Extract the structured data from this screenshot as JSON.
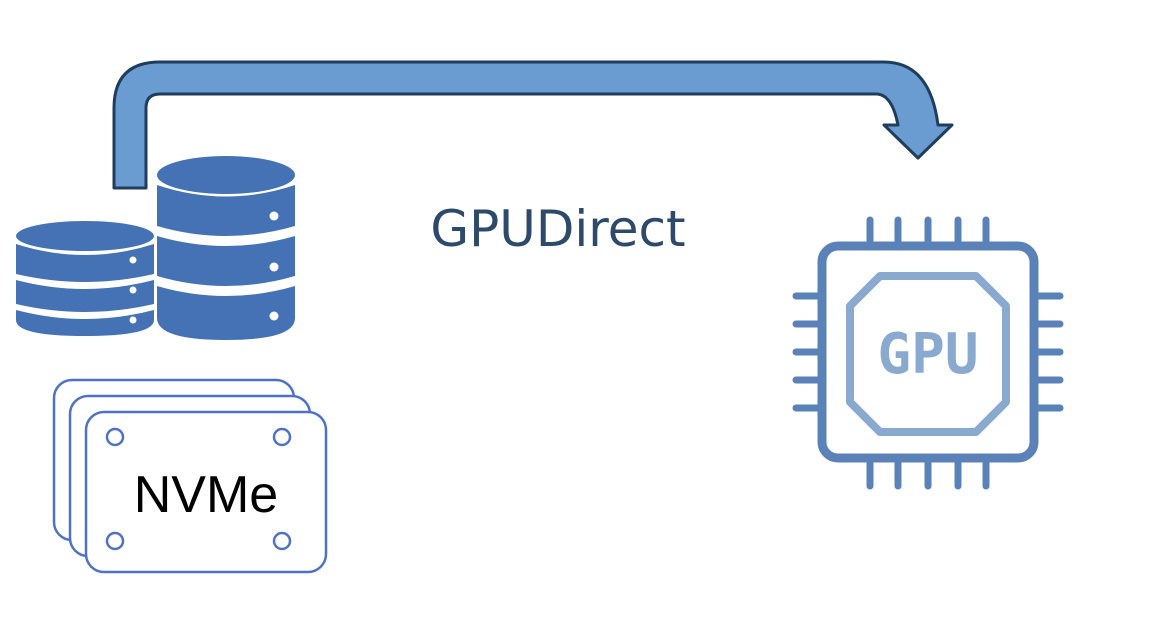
{
  "caption": "GPUDirect",
  "storage": {
    "label": "NVMe"
  },
  "processor": {
    "label": "GPU"
  },
  "colors": {
    "arrow_fill": "#6a9bd1",
    "arrow_stroke": "#1f3d5c",
    "database": "#4472b4",
    "nvme_stroke": "#4f72c4",
    "chip_outer": "#5b82b8",
    "chip_inner": "#8aa9cf",
    "caption_text": "#2e4a6a"
  },
  "icons": [
    "curved-arrow-icon",
    "database-stack-icon",
    "nvme-card-icon",
    "gpu-chip-icon"
  ]
}
